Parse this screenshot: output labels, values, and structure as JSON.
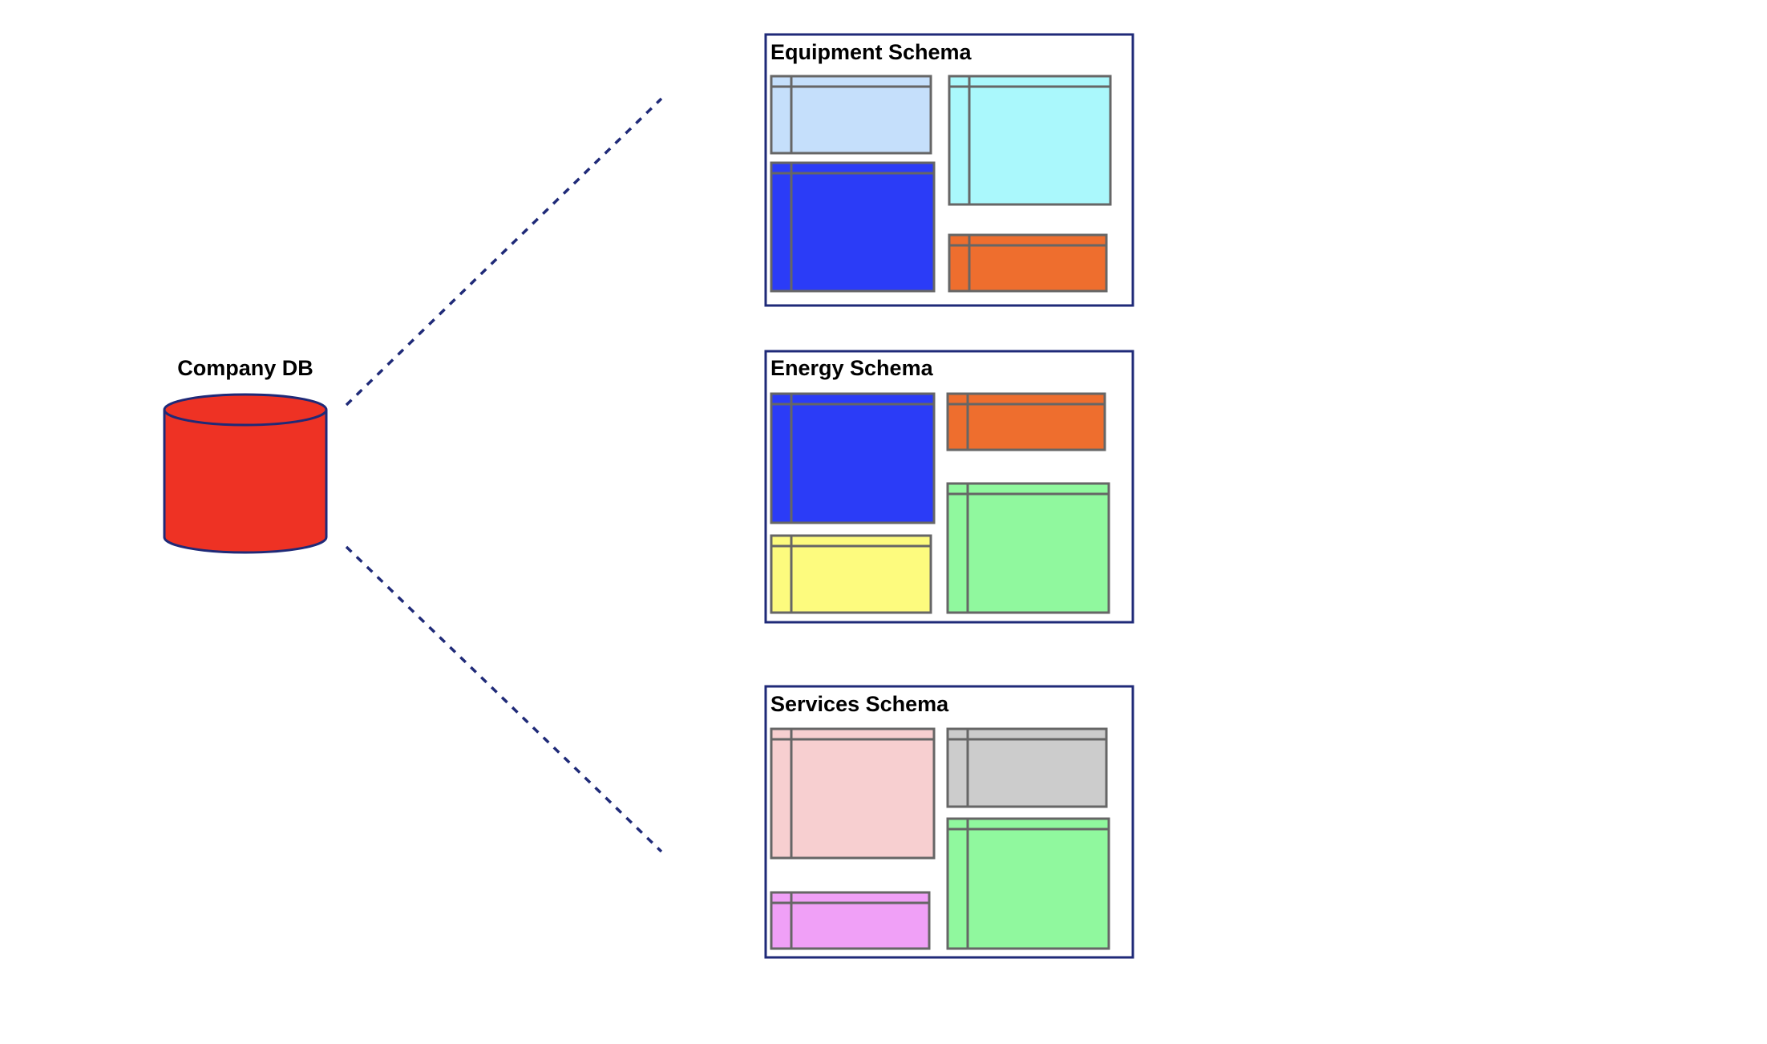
{
  "database": {
    "label": "Company DB",
    "icon": "database-cylinder-icon",
    "fill_color": "#ee3224",
    "stroke_color": "#1f2a78"
  },
  "connector_color": "#1f2a78",
  "schemas": [
    {
      "title": "Equipment Schema",
      "tables": [
        {
          "color": "#c5dffb"
        },
        {
          "color": "#aaf8fc"
        },
        {
          "color": "#2b3cf7"
        },
        {
          "color": "#ee6e2e"
        }
      ]
    },
    {
      "title": "Energy Schema",
      "tables": [
        {
          "color": "#2b3cf7"
        },
        {
          "color": "#ee6e2e"
        },
        {
          "color": "#90f89e"
        },
        {
          "color": "#fdfb7e"
        }
      ]
    },
    {
      "title": "Services Schema",
      "tables": [
        {
          "color": "#f7cfd0"
        },
        {
          "color": "#cccccc"
        },
        {
          "color": "#90f89e"
        },
        {
          "color": "#f0a0f7"
        }
      ]
    }
  ]
}
